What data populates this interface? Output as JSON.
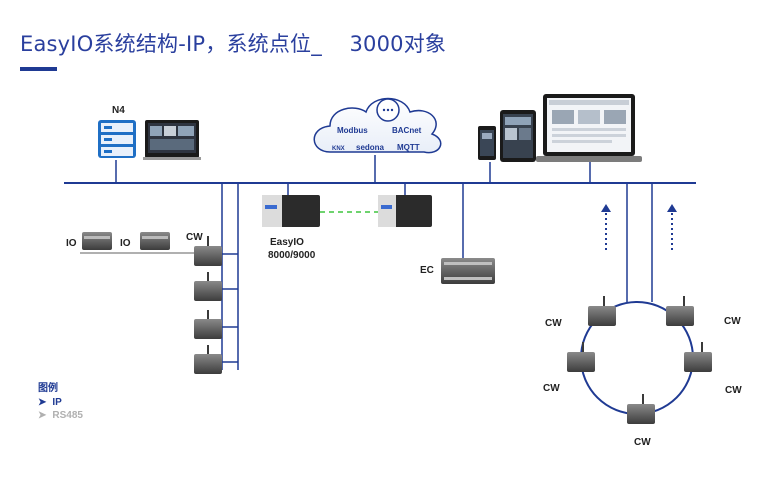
{
  "title": "EasyIO系统结构-IP，系统点位_    3000对象",
  "colors": {
    "ip_line": "#1f3a93",
    "rs485_line": "#b0b0b0",
    "link_dash": "#6ed36e",
    "title": "#2a3f9e"
  },
  "labels": {
    "n4": "N4",
    "io_1": "IO",
    "io_2": "IO",
    "cw_wire": "CW",
    "easyio_line1": "EasyIO",
    "easyio_line2": "8000/9000",
    "ec": "EC",
    "cw_ring_1": "CW",
    "cw_ring_2": "CW",
    "cw_ring_3": "CW",
    "cw_ring_4": "CW",
    "cw_ring_5": "CW"
  },
  "cloud_logos": {
    "modbus": "Modbus",
    "bacnet": "BACnet",
    "knx": "KNX",
    "sedona": "sedona",
    "mqtt": "MQTT"
  },
  "legend": {
    "title": "图例",
    "items": [
      {
        "label": "IP"
      },
      {
        "label": "RS485"
      }
    ]
  },
  "icons": [
    "server-icon",
    "monitor-icon",
    "cloud-icon",
    "phone-icon",
    "tablet-icon",
    "laptop-icon",
    "controller-icon",
    "arrow-up-icon"
  ]
}
